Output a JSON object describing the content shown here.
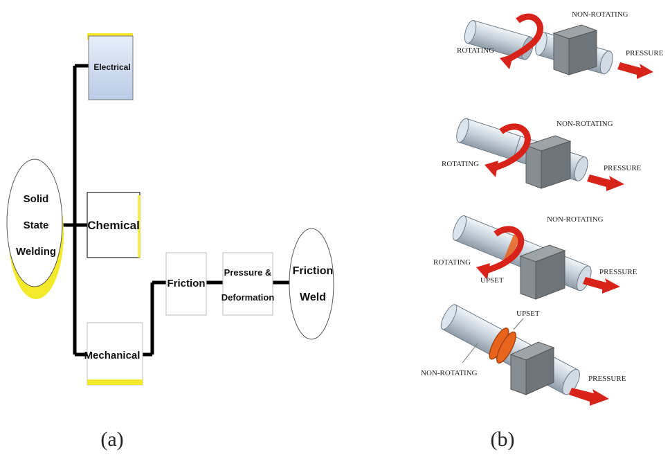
{
  "panel_a": {
    "root": {
      "line1": "Solid",
      "line2": "State",
      "line3": "Welding"
    },
    "electrical": "Electrical",
    "chemical": "Chemical",
    "mechanical": "Mechanical",
    "friction": "Friction",
    "pressure_line1": "Pressure &",
    "pressure_line2": "Deformation",
    "weld_line1": "Friction",
    "weld_line2": "Weld",
    "caption": "(a)"
  },
  "panel_b": {
    "stage1": {
      "non_rotating": "NON-ROTATING",
      "rotating": "ROTATING",
      "pressure": "PRESSURE"
    },
    "stage2": {
      "non_rotating": "NON-ROTATING",
      "rotating": "ROTATING",
      "pressure": "PRESSURE"
    },
    "stage3": {
      "non_rotating": "NON-ROTATING",
      "rotating": "ROTATING",
      "upset": "UPSET",
      "pressure": "PRESSURE"
    },
    "stage4": {
      "upset": "UPSET",
      "non_rotating": "NON-ROTATING",
      "pressure": "PRESSURE"
    },
    "caption": "(b)"
  },
  "colors": {
    "arrow_red": "#d8231a",
    "electrical_fill": "#c9d8ee",
    "highlight_yellow": "#f2ea2a",
    "upset_orange": "#e8631c"
  }
}
